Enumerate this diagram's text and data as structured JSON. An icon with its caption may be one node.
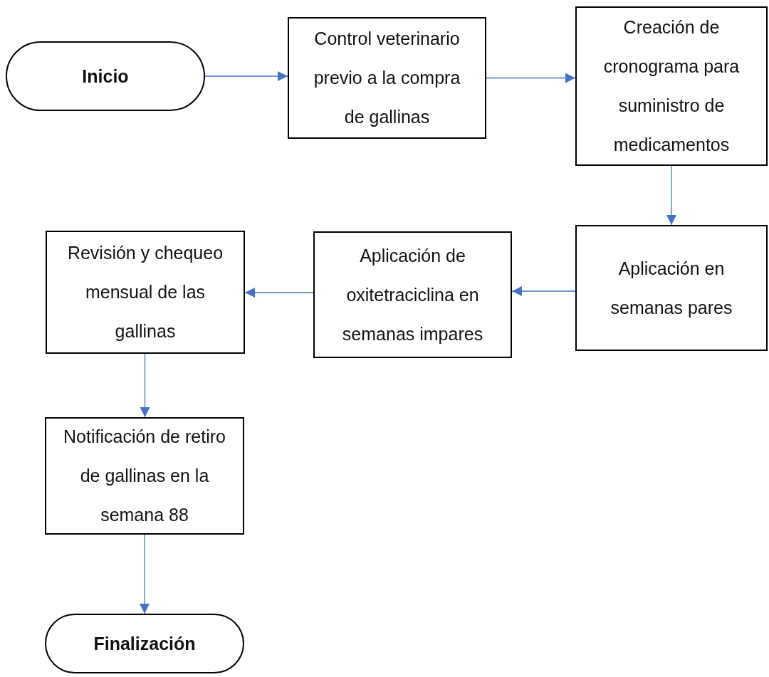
{
  "diagram": {
    "nodes": [
      {
        "text": [
          "Inicio"
        ]
      },
      {
        "text": [
          "Control veterinario previo a la compra de gallinas"
        ]
      },
      {
        "text": [
          "Creación de cronograma para suministro de medicamentos"
        ]
      },
      {
        "text": [
          "Aplicación en semanas pares"
        ]
      },
      {
        "text": [
          "Aplicación de oxitetraciclina en semanas impares"
        ]
      },
      {
        "text": [
          "Revisión y chequeo mensual de las gallinas"
        ]
      },
      {
        "text": [
          "Notificación de retiro de gallinas en la semana 88"
        ]
      },
      {
        "text": [
          "Finalización"
        ]
      }
    ],
    "edges": [
      {
        "from": 0,
        "to": 1,
        "arrow": "to"
      },
      {
        "from": 1,
        "to": 2,
        "arrow": "to"
      },
      {
        "from": 2,
        "to": 3,
        "arrow": "to"
      },
      {
        "from": 3,
        "to": 4,
        "arrow": "to"
      },
      {
        "from": 4,
        "to": 5,
        "arrow": "to"
      },
      {
        "from": 5,
        "to": 6,
        "arrow": "to"
      },
      {
        "from": 6,
        "to": 7,
        "arrow": "to"
      }
    ]
  }
}
